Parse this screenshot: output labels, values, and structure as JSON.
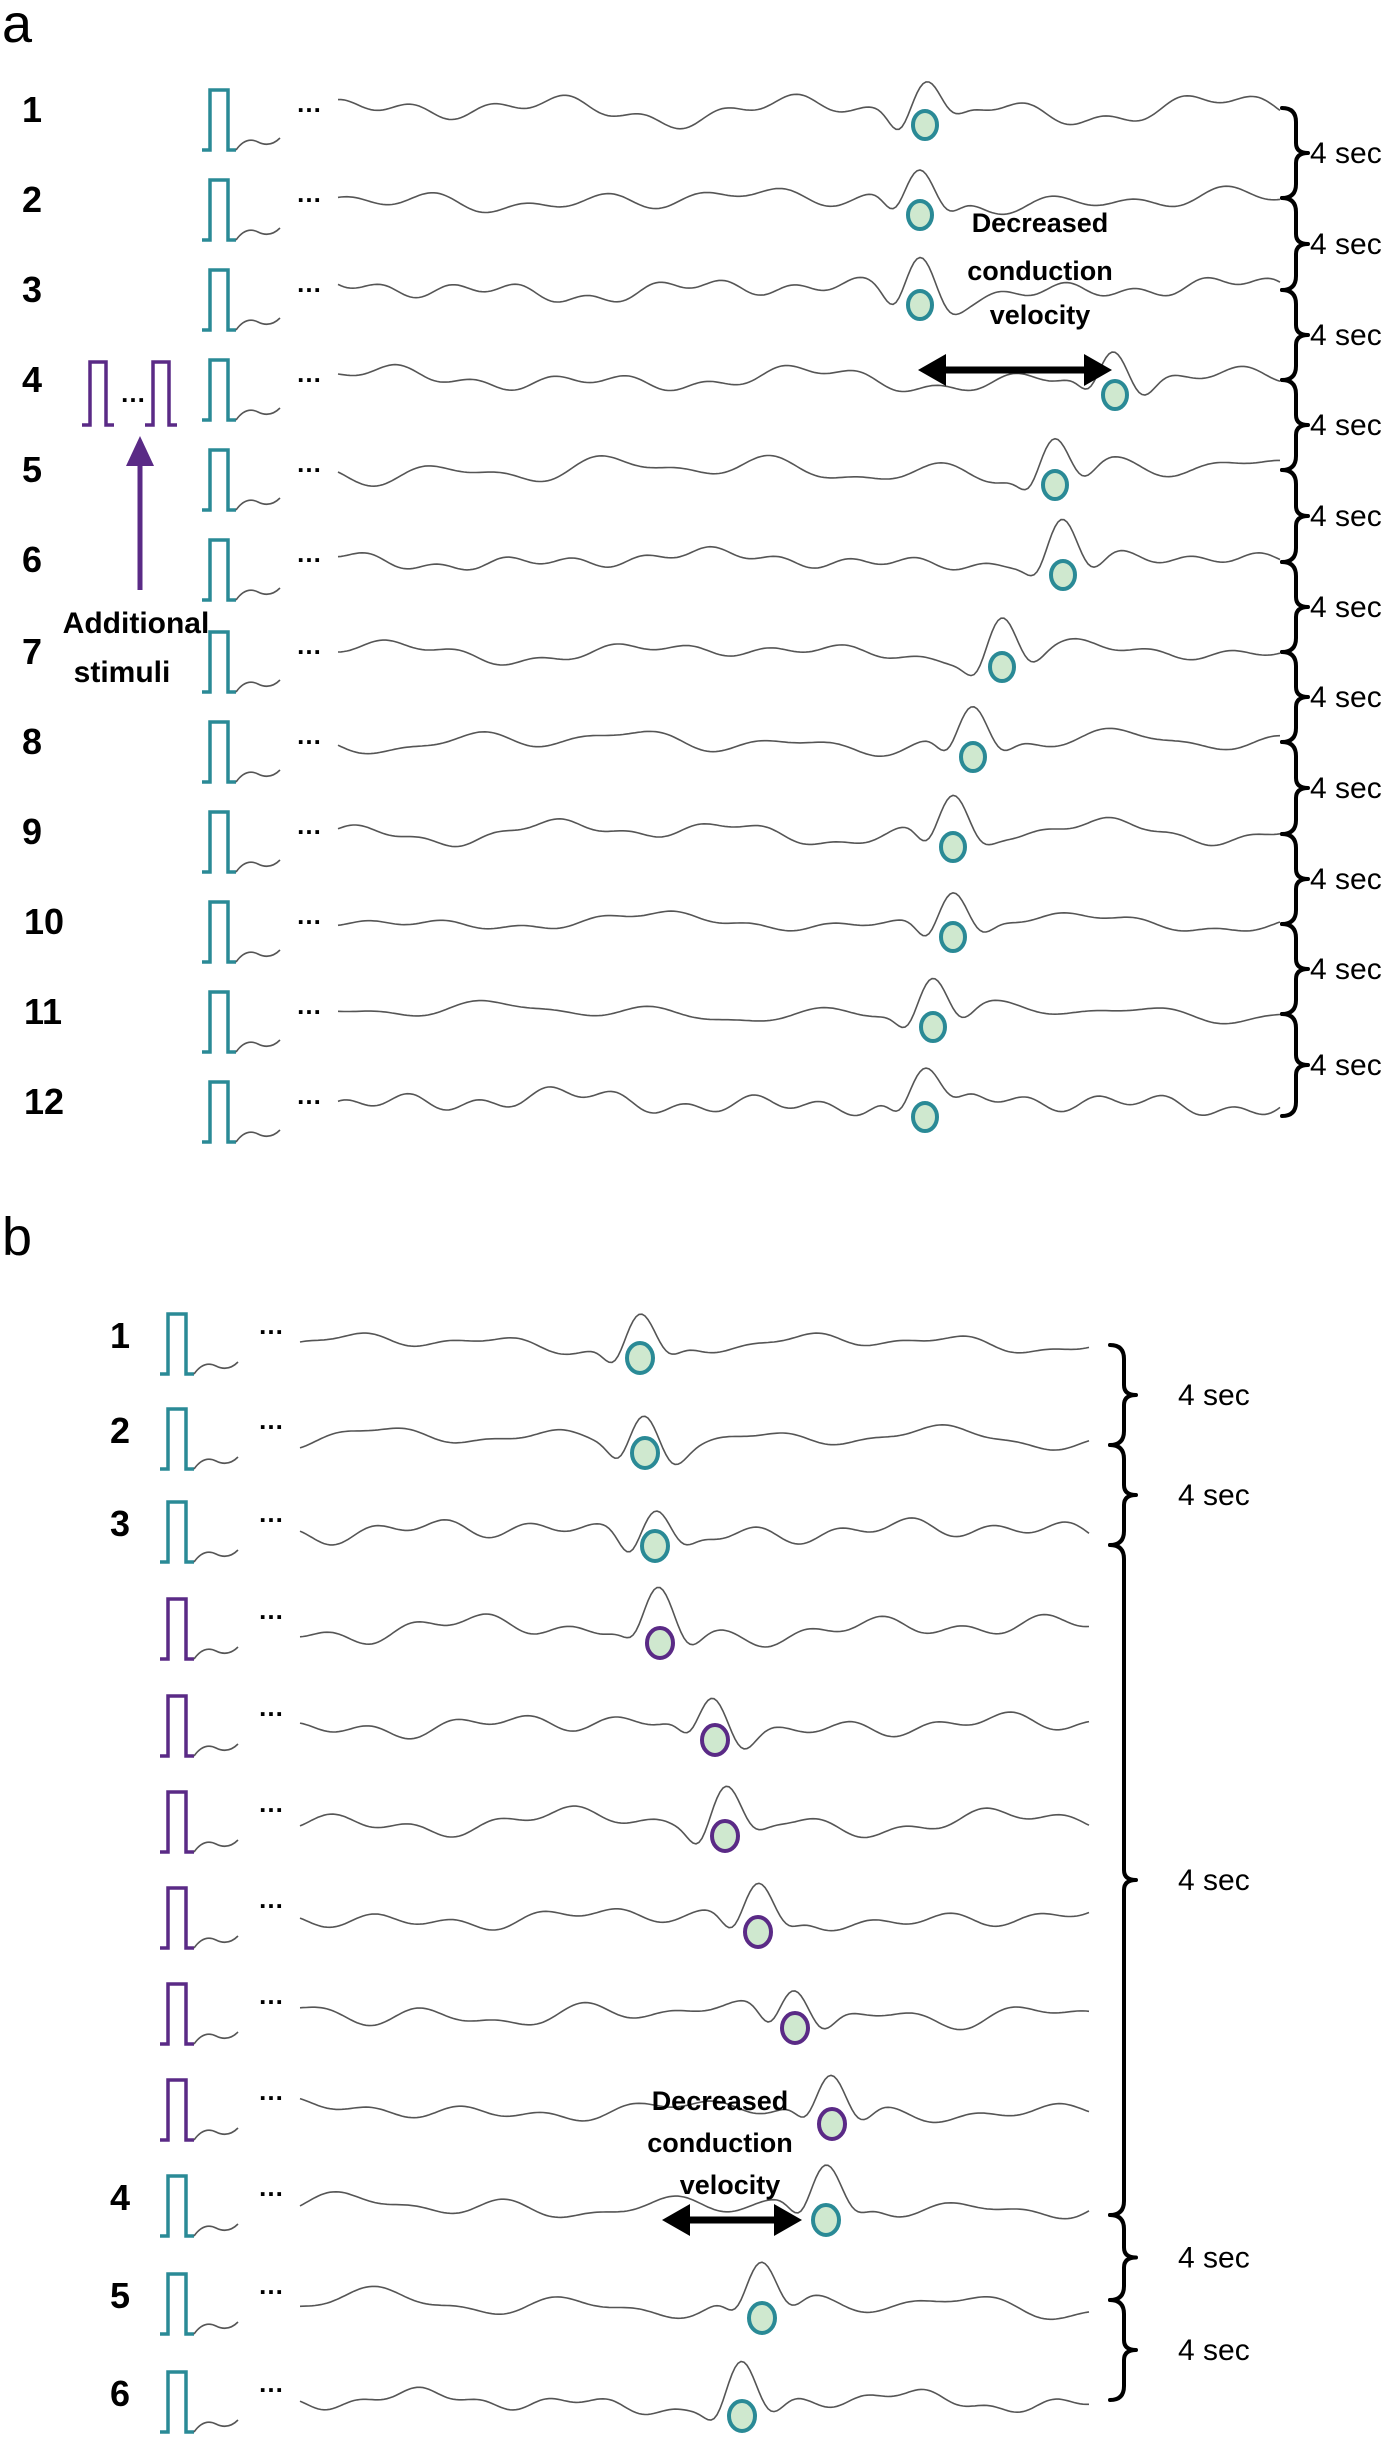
{
  "colors": {
    "teal": "#2a8a96",
    "purple": "#5a2a86",
    "marker_fill": "#cfe8cf",
    "trace": "#555555",
    "text": "#000000"
  },
  "panel_a": {
    "label": "a",
    "rows": [
      "1",
      "2",
      "3",
      "4",
      "5",
      "6",
      "7",
      "8",
      "9",
      "10",
      "11",
      "12"
    ],
    "intervals": [
      "4 sec",
      "4 sec",
      "4 sec",
      "4 sec",
      "4 sec",
      "4 sec",
      "4 sec",
      "4 sec",
      "4 sec",
      "4 sec",
      "4 sec"
    ],
    "annotation": [
      "Decreased",
      "conduction",
      "velocity"
    ],
    "additional_stimuli": [
      "Additional",
      "stimuli"
    ],
    "ellipsis": "…"
  },
  "panel_b": {
    "label": "b",
    "row_labels": [
      "1",
      "2",
      "3",
      "",
      "",
      "",
      "",
      "",
      "",
      "4",
      "5",
      "6"
    ],
    "intervals": [
      "4 sec",
      "4 sec",
      "4 sec",
      "4 sec",
      "4 sec"
    ],
    "annotation": [
      "Decreased",
      "conduction",
      "velocity"
    ],
    "ellipsis": "…"
  }
}
